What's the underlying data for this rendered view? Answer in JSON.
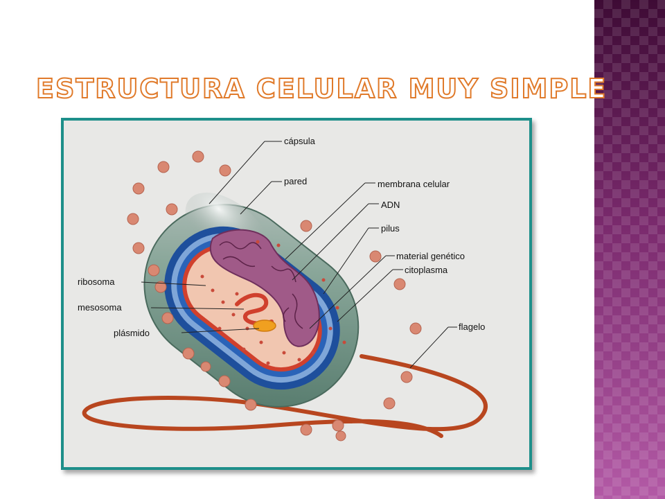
{
  "slide": {
    "title": "Estructura celular muy simple"
  },
  "diagram": {
    "labels": {
      "capsula": "cápsula",
      "pared": "pared",
      "membrana": "membrana celular",
      "adn": "ADN",
      "pilus": "pilus",
      "material": "material genético",
      "citoplasma": "citoplasma",
      "flagelo": "flagelo",
      "ribosoma": "ribosoma",
      "mesosoma": "mesosoma",
      "plasmido": "plásmido"
    },
    "colors": {
      "capsule": "#6f8e80",
      "wall_blue": "#1e4f9c",
      "wall_light": "#7fa6d8",
      "membrane": "#d0402d",
      "cytoplasm": "#f1c6b0",
      "dna": "#a05a88",
      "flagellum": "#b8461f",
      "frame": "#1d8f8a"
    }
  }
}
